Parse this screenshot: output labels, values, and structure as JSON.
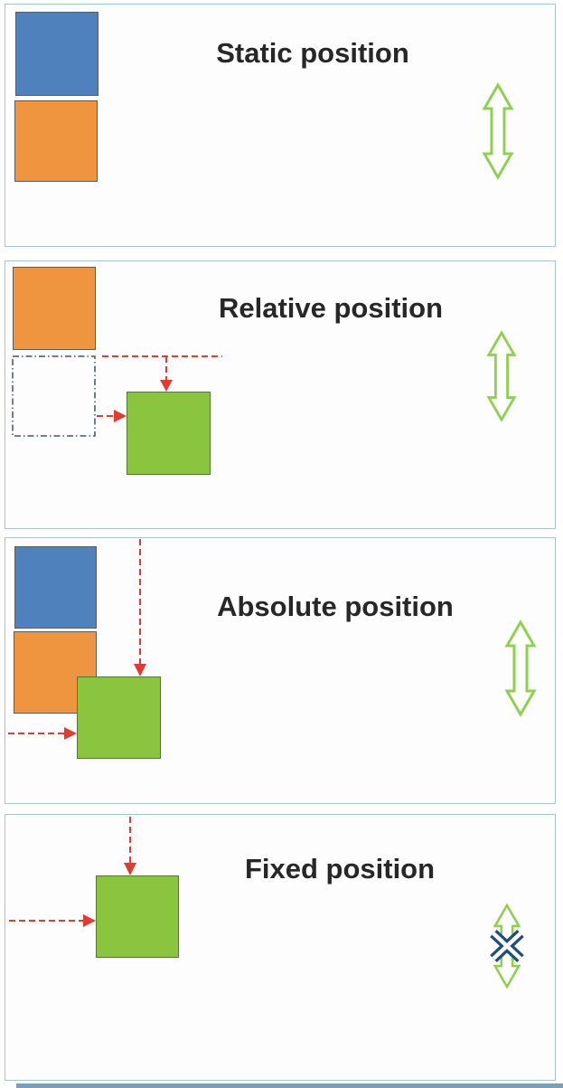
{
  "panels": [
    {
      "id": "static",
      "title": "Static position"
    },
    {
      "id": "relative",
      "title": "Relative position"
    },
    {
      "id": "absolute",
      "title": "Absolute position"
    },
    {
      "id": "fixed",
      "title": "Fixed position"
    }
  ],
  "icons": {
    "scroll_indicator": "double-vertical-arrow-icon",
    "no_scroll_marker": "x-cross-icon",
    "offset_pointer": "red-dashed-arrow-icon"
  },
  "colors": {
    "panel_border": "#a5c4d6",
    "box_blue": "#4f81bd",
    "box_orange": "#f0953f",
    "box_green": "#8bc53f",
    "box_green_border": "#4e7b2c",
    "ghost_border": "#44546a",
    "arrow_red": "#e03c31",
    "scroll_arrow_green": "#8fd14f",
    "cross_navy": "#1f4e79",
    "title_text": "#272727",
    "bottom_bar": "#7ba0b6"
  }
}
